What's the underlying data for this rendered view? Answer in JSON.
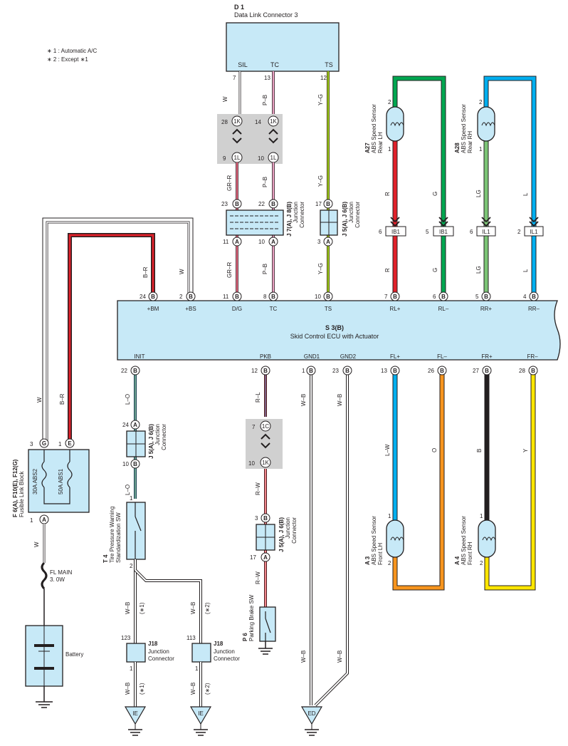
{
  "notes": [
    "∗ 1 : Automatic A/C",
    "∗ 2 : Except ∗1"
  ],
  "dlc": {
    "code": "D 1",
    "name": "Data Link Connector 3",
    "pins": [
      "SIL",
      "TC",
      "TS"
    ],
    "pin_nums": [
      "7",
      "13",
      "12"
    ]
  },
  "ecu": {
    "code": "S 3(B)",
    "name": "Skid Control ECU with Actuator",
    "top_terms": [
      "+BM",
      "+BS",
      "D/G",
      "TC",
      "TS",
      "RL+",
      "RL–",
      "RR+",
      "RR–"
    ],
    "top_pins": [
      "24",
      "2",
      "11",
      "8",
      "10",
      "7",
      "6",
      "5",
      "4"
    ],
    "bottom_terms": [
      "INIT",
      "PKB",
      "GND1",
      "GND2",
      "FL+",
      "FL–",
      "FR+",
      "FR–"
    ],
    "bottom_pins": [
      "22",
      "12",
      "1",
      "23",
      "13",
      "26",
      "27",
      "28"
    ]
  },
  "junction_top": {
    "pins_top": [
      "28",
      "14"
    ],
    "conn_top": "1K",
    "pins_bot": [
      "9",
      "10"
    ],
    "conn_bot": "1L"
  },
  "junction_pkb": {
    "pin_top": "7",
    "conn_top": "1C",
    "pin_bot": "10",
    "conn_bot": "1K"
  },
  "j7j8": {
    "code": "J 7(A), J 8(B)",
    "name1": "Junction",
    "name2": "Connector",
    "pins_top": [
      "23",
      "22"
    ],
    "pins_bot": [
      "11",
      "10"
    ]
  },
  "j5j6_ts": {
    "code": "J 5(A), J 6(B)",
    "name1": "Junction",
    "name2": "Connector",
    "pin_top": "17",
    "pin_bot": "3"
  },
  "j5j6_init": {
    "code": "J 5(A), J 6(B)",
    "name1": "Junction",
    "name2": "Connector",
    "pin_top": "24",
    "pin_bot": "10"
  },
  "j5j6_pkb": {
    "code": "J 5(A), J 6(B)",
    "name1": "Junction",
    "name2": "Connector",
    "pin_top": "3",
    "pin_bot": "17"
  },
  "sensors": [
    {
      "code": "A27",
      "name1": "ABS Speed Sensor",
      "name2": "Rear LH",
      "pin1": "2",
      "pin2": "1"
    },
    {
      "code": "A28",
      "name1": "ABS Speed Sensor",
      "name2": "Rear RH",
      "pin1": "2",
      "pin2": "1"
    },
    {
      "code": "A 3",
      "name1": "ABS Speed Sensor",
      "name2": "Front LH",
      "pin1": "1",
      "pin2": "2"
    },
    {
      "code": "A 4",
      "name1": "ABS Speed Sensor",
      "name2": "Front RH",
      "pin1": "1",
      "pin2": "2"
    }
  ],
  "ib_conns": [
    {
      "pin": "6",
      "label": "IB1"
    },
    {
      "pin": "5",
      "label": "IB1"
    },
    {
      "pin": "6",
      "label": "IL1"
    },
    {
      "pin": "2",
      "label": "IL1"
    }
  ],
  "wires": {
    "w_sil": "W",
    "pb1": "P–B",
    "yg1": "Y–G",
    "grr": "GR–R",
    "pb2": "P–B",
    "yg2": "Y–G",
    "grr2": "GR–R",
    "pb3": "P–B",
    "yg3": "Y–G",
    "r_rl": "R",
    "g_rl": "G",
    "lg_rr": "LG",
    "l_rr": "L",
    "r_rl2": "R",
    "g_rl2": "G",
    "lg_rr2": "LG",
    "l_rr2": "L",
    "br": "B–R",
    "w_bs": "W",
    "w_left": "W",
    "br_left": "B–R",
    "w_batt": "W",
    "lo1": "L–O",
    "lo2": "L–O",
    "rl": "R–L",
    "rw1": "R–W",
    "rw2": "R–W",
    "wb_g1": "W–B",
    "wb_g2": "W–B",
    "lw": "L–W",
    "o": "O",
    "b": "B",
    "y": "Y",
    "wb1": "W–B",
    "s1": "(∗1)",
    "wb2": "W–B",
    "s2": "(∗2)",
    "wb3": "W–B",
    "s3": "(∗1)",
    "wb4": "W–B",
    "s4": "(∗2)",
    "wb_ed1": "W–B",
    "wb_ed2": "W–B"
  },
  "fusible": {
    "code": "F 6(A), F10(E), F12(G)",
    "name": "Fusible Link Block",
    "fuse1": "30A ABS2",
    "fuse2": "50A ABS1",
    "pin_g": "3",
    "conn_g": "G",
    "pin_e": "1",
    "conn_e": "E",
    "pin_a": "1",
    "conn_a": "A"
  },
  "fl_main": {
    "l1": "FL MAIN",
    "l2": "3. 0W"
  },
  "battery": {
    "label": "Battery"
  },
  "t4": {
    "code": "T 4",
    "name1": "Tire Pressure Warning",
    "name2": "Standardization SW",
    "pin1": "1",
    "pin2": "2"
  },
  "j18a": {
    "pin_top": "123",
    "pin_bot": "1",
    "code": "J18",
    "name1": "Junction",
    "name2": "Connector"
  },
  "j18b": {
    "pin_top": "113",
    "pin_bot": "1",
    "code": "J18",
    "name1": "Junction",
    "name2": "Connector"
  },
  "p6": {
    "code": "P 6",
    "name": "Parking Brake SW"
  },
  "grounds": [
    "IE",
    "IE",
    "ED"
  ],
  "conn_b": "B",
  "conn_a": "A",
  "colors": {
    "ecu_fill": "#c7e9f7",
    "red": "#e0202a",
    "green": "#00a650",
    "blue": "#00aeef",
    "lightgreen": "#7cc576",
    "orange": "#f7941d",
    "yellow": "#ffe600",
    "black": "#231f20",
    "pink": "#e9a1c2",
    "grey_bg": "#d0d0d0"
  }
}
